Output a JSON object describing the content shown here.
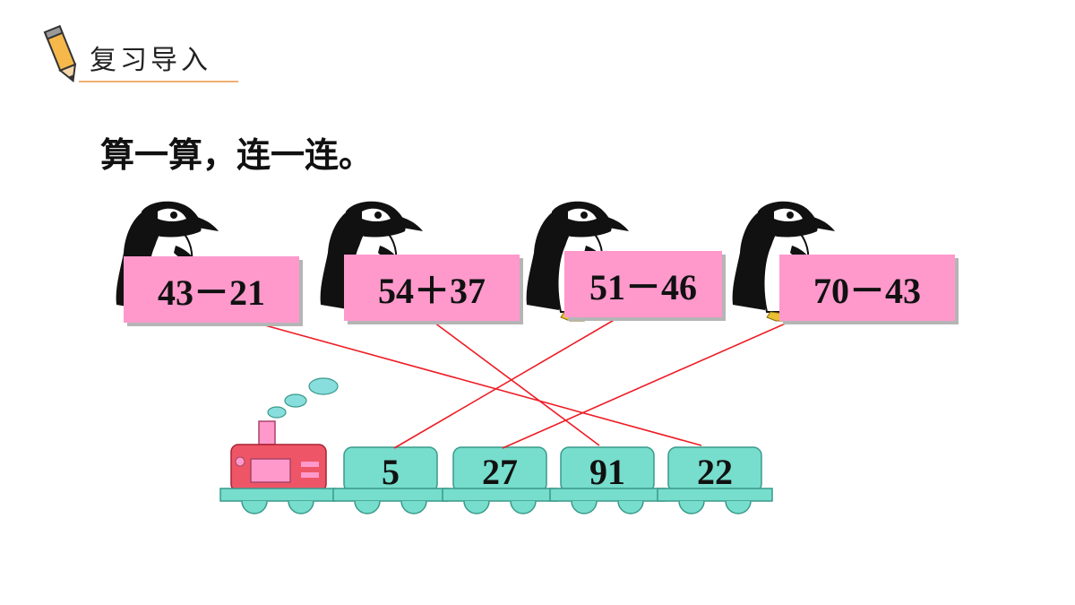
{
  "header": {
    "title": "复习导入",
    "icon": "pencil-icon"
  },
  "instruction": "算一算，连一连。",
  "problems": [
    {
      "expression": "43－21"
    },
    {
      "expression": "54＋37"
    },
    {
      "expression": "51－46"
    },
    {
      "expression": "70－43"
    }
  ],
  "train": {
    "engine": "train-engine",
    "cars": [
      {
        "answer": "5"
      },
      {
        "answer": "27"
      },
      {
        "answer": "91"
      },
      {
        "answer": "22"
      }
    ]
  },
  "connections": [
    {
      "from": "43－21",
      "to": "22"
    },
    {
      "from": "54＋37",
      "to": "91"
    },
    {
      "from": "51－46",
      "to": "5"
    },
    {
      "from": "70－43",
      "to": "27"
    }
  ],
  "colors": {
    "card": "#ff99cc",
    "car": "#77ddcc",
    "engine": "#ee5566",
    "line": "#ee1c25",
    "smoke": "#88dddd",
    "accent_rule": "#f0b070"
  }
}
